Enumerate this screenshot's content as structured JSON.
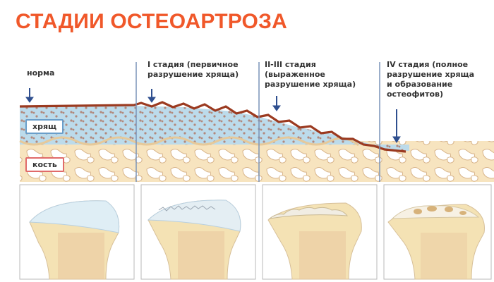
{
  "title": "СТАДИИ ОСТЕОАРТРОЗА",
  "labels": {
    "norm": "норма",
    "cartilage": "хрящ",
    "bone": "кость"
  },
  "stages": [
    {
      "line1": "I стадия (первичное",
      "line2": "разрушение хряща)"
    },
    {
      "line1": "II-III стадия",
      "line2": "(выраженное",
      "line3": "разрушение хряща)"
    },
    {
      "line1": "IV стадия (полное",
      "line2": "разрушение хряща",
      "line3": "и образование",
      "line4": "остеофитов)"
    }
  ],
  "colors": {
    "title": "#f0582a",
    "cartilage": "#bcdbeb",
    "bone": "#f7e4bf",
    "edge": "#9b3a20",
    "arrow": "#2f4f8f"
  }
}
